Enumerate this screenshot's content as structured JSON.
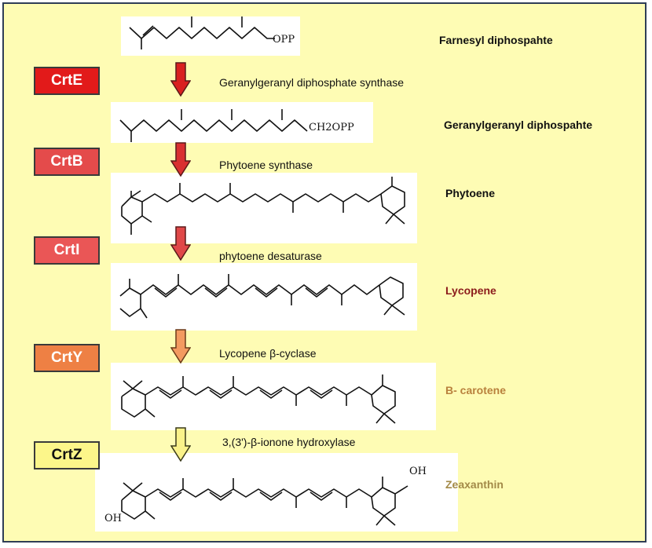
{
  "genes": [
    {
      "id": "crte",
      "label": "CrtE",
      "color": "#e21a1a"
    },
    {
      "id": "crtb",
      "label": "CrtB",
      "color": "#e44b4b"
    },
    {
      "id": "crti",
      "label": "CrtI",
      "color": "#ea5656"
    },
    {
      "id": "crty",
      "label": "CrtY",
      "color": "#ee8044"
    },
    {
      "id": "crtz",
      "label": "CrtZ",
      "color": "#fcf68a"
    }
  ],
  "enzymes": [
    "Geranylgeranyl diphosphate synthase",
    "Phytoene synthase",
    "phytoene desaturase",
    "Lycopene β-cyclase",
    "3,(3')-β-ionone hydroxylase"
  ],
  "compounds": [
    {
      "name": "Farnesyl diphospahte",
      "color": "#111111"
    },
    {
      "name": "Geranylgeranyl diphospahte",
      "color": "#111111"
    },
    {
      "name": "Phytoene",
      "color": "#111111"
    },
    {
      "name": "Lycopene",
      "color": "#8c1c1c"
    },
    {
      "name": "Β- carotene",
      "color": "#b9813d"
    },
    {
      "name": "Zeaxanthin",
      "color": "#a38a48"
    }
  ],
  "arrow_colors": [
    "#d92020",
    "#d93030",
    "#e04848",
    "#f39a60",
    "#faf28a"
  ],
  "structure_text": {
    "opp": "OPP",
    "ch2opp": "CH2OPP",
    "oh_right": "OH",
    "oh_left": "OH"
  }
}
